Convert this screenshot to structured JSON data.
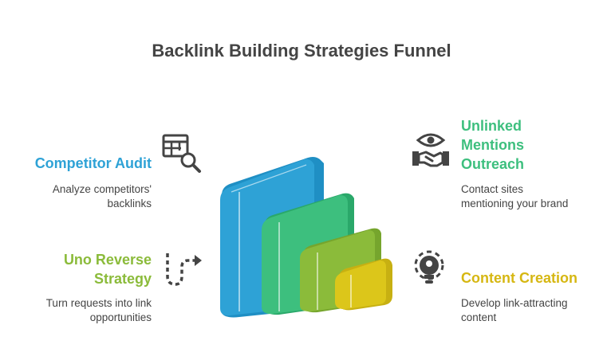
{
  "title": "Backlink Building Strategies Funnel",
  "colors": {
    "blue": "#2ea2d6",
    "green": "#3dbf7e",
    "lime": "#8bbb3a",
    "yellow": "#dcc61a",
    "text": "#444444"
  },
  "items": [
    {
      "id": "competitor-audit",
      "heading": "Competitor Audit",
      "description_lines": [
        "Analyze competitors'",
        "backlinks"
      ],
      "icon": "table-search-icon"
    },
    {
      "id": "uno-reverse",
      "heading_lines": [
        "Uno Reverse",
        "Strategy"
      ],
      "description_lines": [
        "Turn requests into link",
        "opportunities"
      ],
      "icon": "dashed-arrow-icon"
    },
    {
      "id": "unlinked-mentions",
      "heading_lines": [
        "Unlinked",
        "Mentions",
        "Outreach"
      ],
      "description_lines": [
        "Contact sites",
        "mentioning your brand"
      ],
      "icon": "eye-handshake-icon"
    },
    {
      "id": "content-creation",
      "heading": "Content Creation",
      "description_lines": [
        "Develop link-attracting",
        "content"
      ],
      "icon": "lightbulb-gear-icon"
    }
  ]
}
